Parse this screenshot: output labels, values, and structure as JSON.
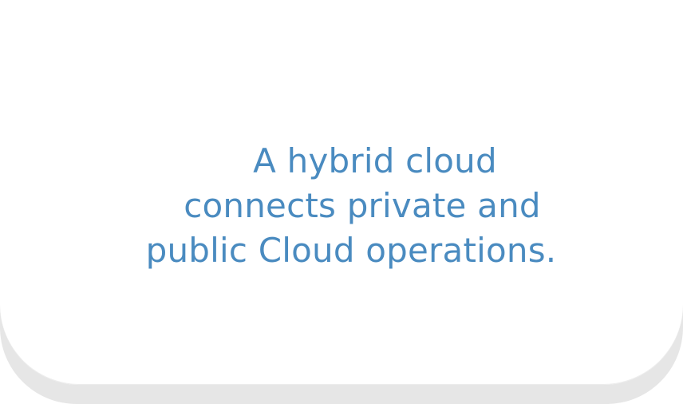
{
  "card": {
    "lines": [
      "A hybrid cloud",
      "connects private and",
      "public Cloud operations."
    ]
  },
  "colors": {
    "text": "#4a8bc0",
    "card": "#ffffff",
    "shadow": "#e6e6e6"
  }
}
